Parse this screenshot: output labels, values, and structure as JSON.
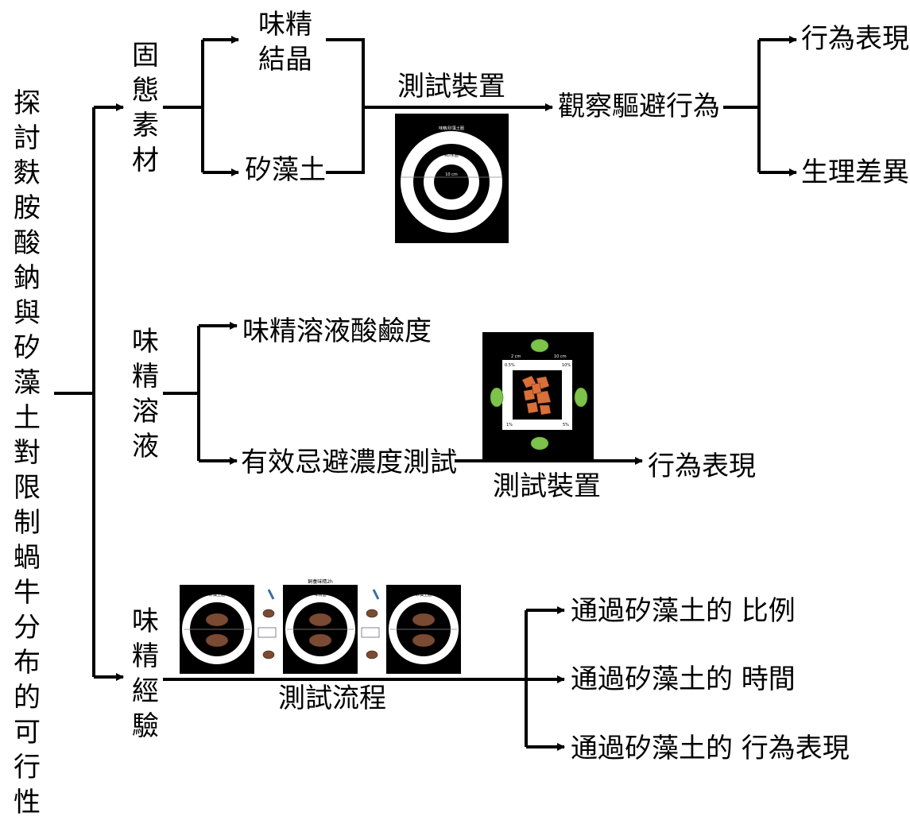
{
  "title_vertical": "探討麩胺酸鈉與矽藻土對限制蝸牛分布的可行性",
  "branch1": {
    "label": "固態素材",
    "sub_top": [
      "味精",
      "結晶"
    ],
    "sub_bottom": "矽藻土",
    "device_label": "測試裝置",
    "result": "觀察驅避行為",
    "outcome_top": "行為表現",
    "outcome_bottom": "生理差異",
    "figure": {
      "outer_label": "味精/矽藻土圈",
      "inner_label": "RO水圈",
      "seg1": "2 cm",
      "seg2": "2 cm",
      "seg3": "2 cm",
      "center": "10 cm"
    }
  },
  "branch2": {
    "label": "味精溶液",
    "sub_top": "味精溶液酸鹼度",
    "sub_bottom": "有效忌避濃度測試",
    "device_label": "測試裝置",
    "outcome": "行為表現",
    "figure": {
      "top_left": "2 cm",
      "top_right": "10 cm",
      "c1": "0.5%",
      "c2": "10%",
      "c3": "1%",
      "c4": "5%"
    }
  },
  "branch3": {
    "label": "味精經驗",
    "flow_label": "測試流程",
    "outcomes": [
      "通過矽藻土的 比例",
      "通過矽藻土的 時間",
      "通過矽藻土的 行為表現"
    ],
    "figure": {
      "panel_label_1": "矽藻土圈",
      "panel_label_2": "味精圈",
      "panel_label_3": "矽藻土圈",
      "top_note": "飼養味精2h"
    }
  }
}
